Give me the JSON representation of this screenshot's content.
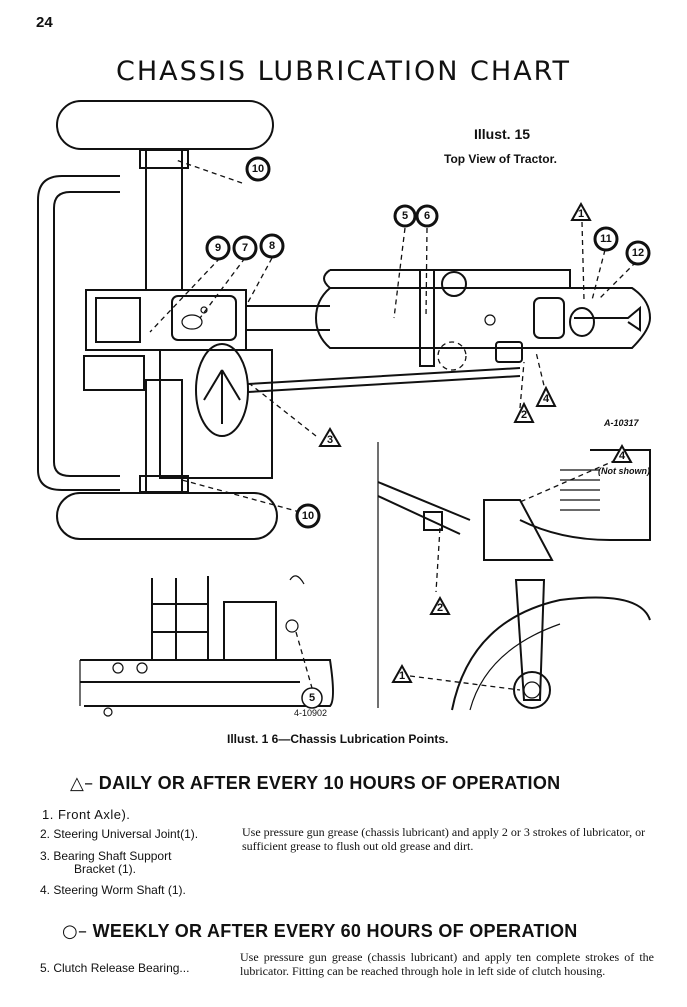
{
  "page_number": "24",
  "title": "CHASSIS LUBRICATION CHART",
  "illust15": {
    "title": "Illust. 15",
    "subtitle": "Top View of Tractor.",
    "code": "A-10317"
  },
  "illust16": {
    "caption": "Illust. 1 6—Chassis Lubrication Points.",
    "code": "4-10902",
    "not_shown": "(Not shown)"
  },
  "callouts": {
    "c5": "5",
    "c6": "6",
    "c7": "7",
    "c8": "8",
    "c9": "9",
    "c10": "10",
    "c11": "11",
    "c12": "12",
    "t1": "1",
    "t2": "2",
    "t3": "3",
    "t4": "4"
  },
  "daily": {
    "symbol": "△–",
    "heading": "DAILY OR AFTER EVERY 10 HOURS OF OPERATION",
    "items": [
      "1. Front Axle).",
      "2. Steering Universal Joint(1).",
      "3. Bearing Shaft Support",
      "Bracket (1).",
      "4. Steering Worm Shaft (1)."
    ],
    "text": "Use pressure gun grease (chassis lubricant) and apply 2 or 3 strokes of lubricator, or sufficient grease to flush out old grease and dirt."
  },
  "weekly": {
    "symbol": "○–",
    "heading": "WEEKLY OR AFTER EVERY 60 HOURS OF OPERATION",
    "item": "5. Clutch Release Bearing...",
    "text": "Use pressure gun grease (chassis lubricant) and apply ten complete strokes of the lubricator. Fitting can be reached through hole in left side of clutch housing."
  }
}
